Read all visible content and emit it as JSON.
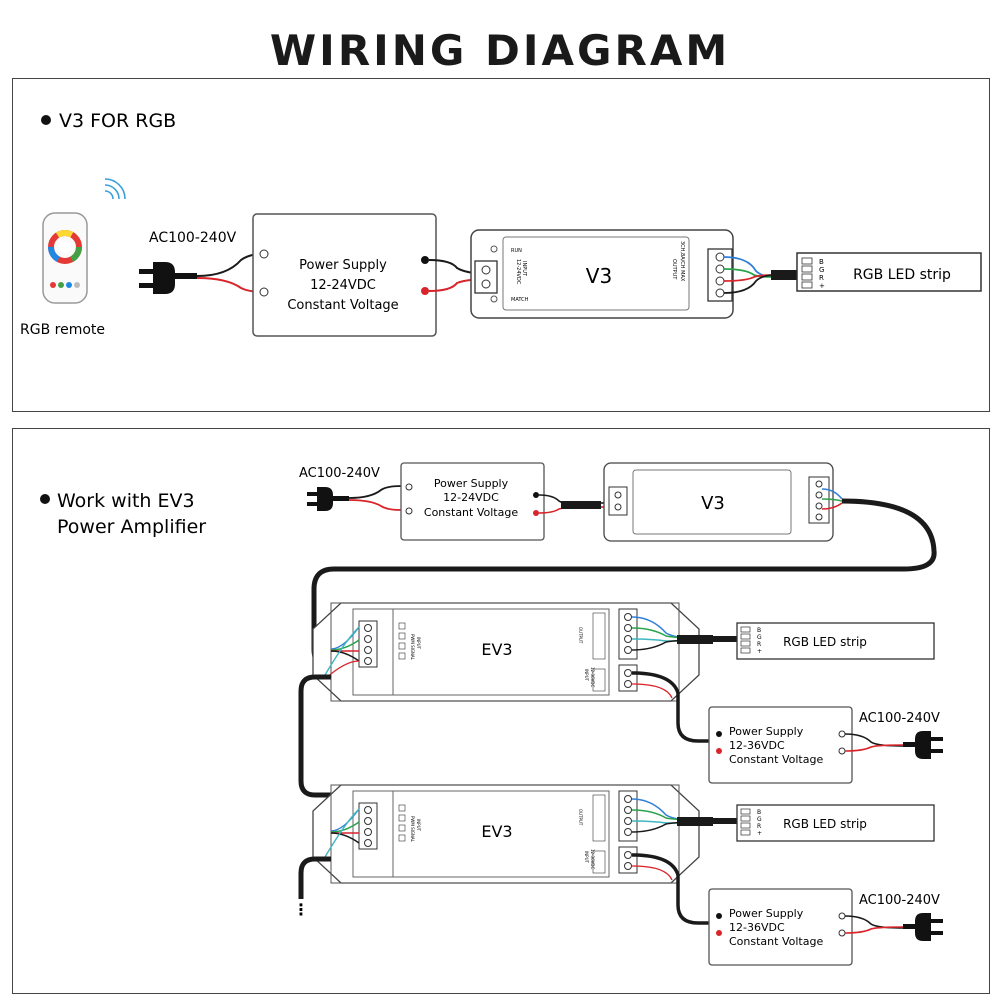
{
  "title": "WIRING DIAGRAM",
  "section1": {
    "heading": "V3 FOR RGB",
    "remote_label": "RGB remote",
    "ac_label": "AC100-240V",
    "psu_lines": [
      "Power Supply",
      "12-24VDC",
      "Constant Voltage"
    ],
    "controller_label": "V3",
    "controller_small": {
      "run": "RUN",
      "match": "MATCH",
      "input": "INPUT",
      "input_range": "12-24VDC",
      "output": "OUTPUT",
      "output_spec": "3CH,8A/CH MAX"
    },
    "strip_label": "RGB LED strip",
    "strip_pins": [
      "B",
      "G",
      "R",
      "+"
    ]
  },
  "section2": {
    "heading_lines": [
      "Work with EV3",
      "Power Amplifier"
    ],
    "ac_label": "AC100-240V",
    "psu_lines": [
      "Power Supply",
      "12-24VDC",
      "Constant Voltage"
    ],
    "controller_label": "V3",
    "amplifiers": [
      {
        "label": "EV3",
        "small": {
          "input": "INPUT",
          "input_sub": "PWM SIGNAL",
          "output": "OUTPUT",
          "power": "INPUT",
          "power_range": "12-36VDC"
        },
        "strip_label": "RGB LED strip",
        "strip_pins": [
          "B",
          "G",
          "R",
          "+"
        ],
        "psu_lines": [
          "Power Supply",
          "12-36VDC",
          "Constant Voltage"
        ],
        "ac_label": "AC100-240V"
      },
      {
        "label": "EV3",
        "small": {
          "input": "INPUT",
          "input_sub": "PWM SIGNAL",
          "output": "OUTPUT",
          "power": "INPUT",
          "power_range": "12-36VDC"
        },
        "strip_label": "RGB LED strip",
        "strip_pins": [
          "B",
          "G",
          "R",
          "+"
        ],
        "psu_lines": [
          "Power Supply",
          "12-36VDC",
          "Constant Voltage"
        ],
        "ac_label": "AC100-240V"
      }
    ],
    "continuation": "⋮"
  },
  "colors": {
    "wire_black": "#1a1a1a",
    "wire_red": "#d8242a",
    "wire_blue": "#2f7fd8",
    "wire_green": "#2aa34a",
    "wire_teal": "#3fb6c0"
  }
}
